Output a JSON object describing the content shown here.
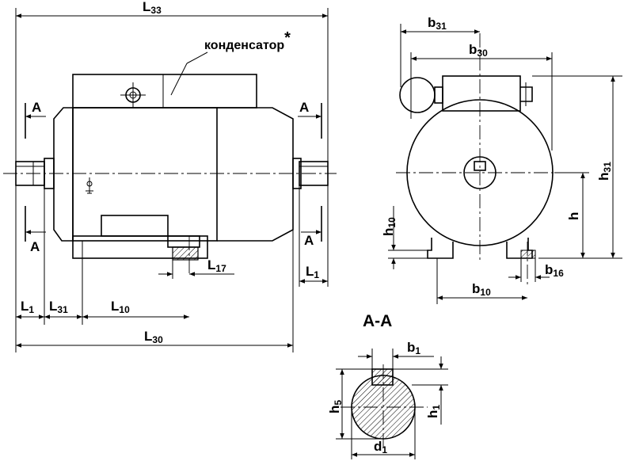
{
  "labels": {
    "L33": {
      "main": "L",
      "sub": "33"
    },
    "L30": {
      "main": "L",
      "sub": "30"
    },
    "L1_left": {
      "main": "L",
      "sub": "1"
    },
    "L1_right": {
      "main": "L",
      "sub": "1"
    },
    "L31": {
      "main": "L",
      "sub": "31"
    },
    "L10": {
      "main": "L",
      "sub": "10"
    },
    "L17": {
      "main": "L",
      "sub": "17"
    },
    "b31": {
      "main": "b",
      "sub": "31"
    },
    "b30": {
      "main": "b",
      "sub": "30"
    },
    "b10": {
      "main": "b",
      "sub": "10"
    },
    "b16": {
      "main": "b",
      "sub": "16"
    },
    "h31": {
      "main": "h",
      "sub": "31"
    },
    "h10": {
      "main": "h",
      "sub": "10"
    },
    "h": {
      "main": "h",
      "sub": ""
    },
    "b1": {
      "main": "b",
      "sub": "1"
    },
    "h5": {
      "main": "h",
      "sub": "5"
    },
    "h1": {
      "main": "h",
      "sub": "1"
    },
    "d1": {
      "main": "d",
      "sub": "1"
    },
    "section_mark": "A"
  },
  "capacitor_label": "конденсатор",
  "capacitor_asterisk": "*",
  "section_title": "А-А"
}
